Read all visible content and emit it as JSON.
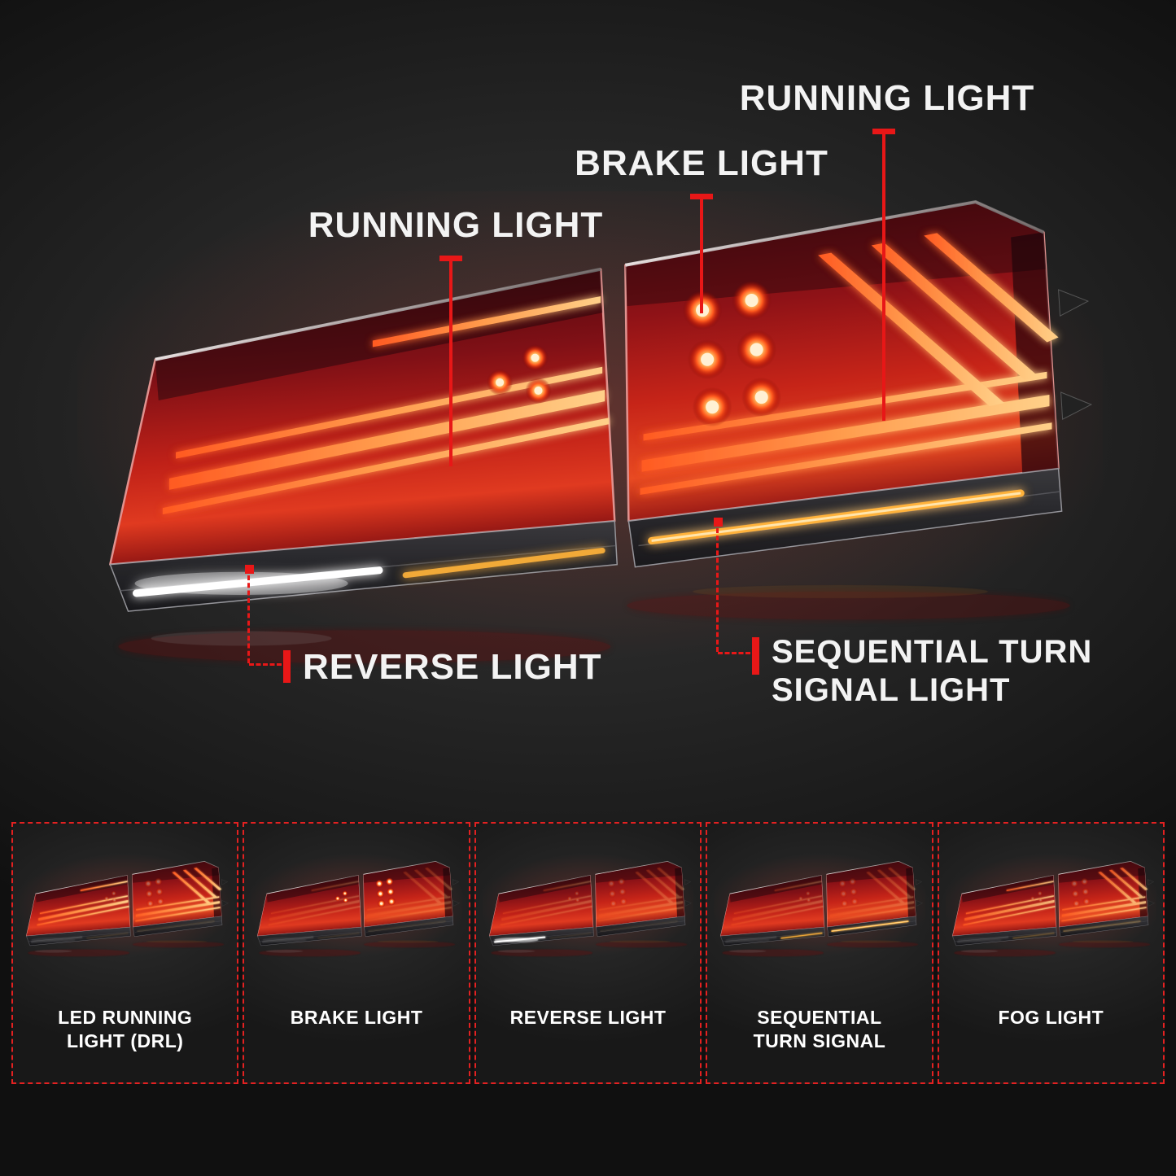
{
  "colors": {
    "accent_red": "#e81717",
    "led_amber": "#ffb23a",
    "led_white": "#ffffff",
    "text_white": "#f3f3f3",
    "card_border_red": "#e32121"
  },
  "callouts": {
    "running_light_top": {
      "label": "RUNNING LIGHT"
    },
    "brake_light": {
      "label": "BRAKE LIGHT"
    },
    "running_light_left": {
      "label": "RUNNING LIGHT"
    },
    "reverse_light": {
      "label": "REVERSE LIGHT"
    },
    "sequential_turn": {
      "label_line1": "SEQUENTIAL TURN",
      "label_line2": "SIGNAL LIGHT"
    }
  },
  "modes": [
    {
      "label": "LED RUNNING LIGHT (DRL)"
    },
    {
      "label": "BRAKE LIGHT"
    },
    {
      "label": "REVERSE LIGHT"
    },
    {
      "label": "SEQUENTIAL TURN SIGNAL"
    },
    {
      "label": "FOG LIGHT"
    }
  ]
}
